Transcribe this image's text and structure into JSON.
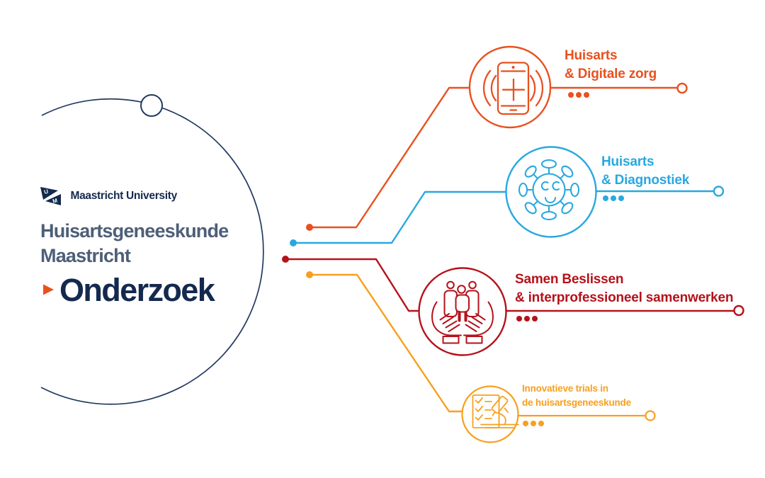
{
  "brand": {
    "logo_icon": "maastricht-university-logo",
    "name": "Maastricht University"
  },
  "org": {
    "line1": "Huisartsgeneeskunde",
    "line2": "Maastricht"
  },
  "page": {
    "title": "Onderzoek",
    "bullet_icon": "triangle-right-icon"
  },
  "colors": {
    "navy": "#223A62",
    "navy_dark": "#14294E",
    "slate": "#4D5F78",
    "orange": "#E8511E",
    "blue": "#29A8E0",
    "dark_red": "#B5121B",
    "amber": "#F7A01E"
  },
  "branches": [
    {
      "id": "digitale-zorg",
      "icon": "smartphone-waves-icon",
      "color": "#E8511E",
      "label_line1": "Huisarts",
      "label_line2": "& Digitale zorg"
    },
    {
      "id": "diagnostiek",
      "icon": "virus-icon",
      "color": "#29A8E0",
      "label_line1": "Huisarts",
      "label_line2": "& Diagnostiek"
    },
    {
      "id": "samen-beslissen",
      "icon": "people-in-hands-icon",
      "color": "#B5121B",
      "label_line1": "Samen Beslissen",
      "label_line2": "& interprofessioneel samenwerken"
    },
    {
      "id": "innovatieve-trials",
      "icon": "checklist-microscope-icon",
      "color": "#F7A01E",
      "label_line1": "Innovatieve trials in",
      "label_line2": "de huisartsgeneeskunde"
    }
  ]
}
